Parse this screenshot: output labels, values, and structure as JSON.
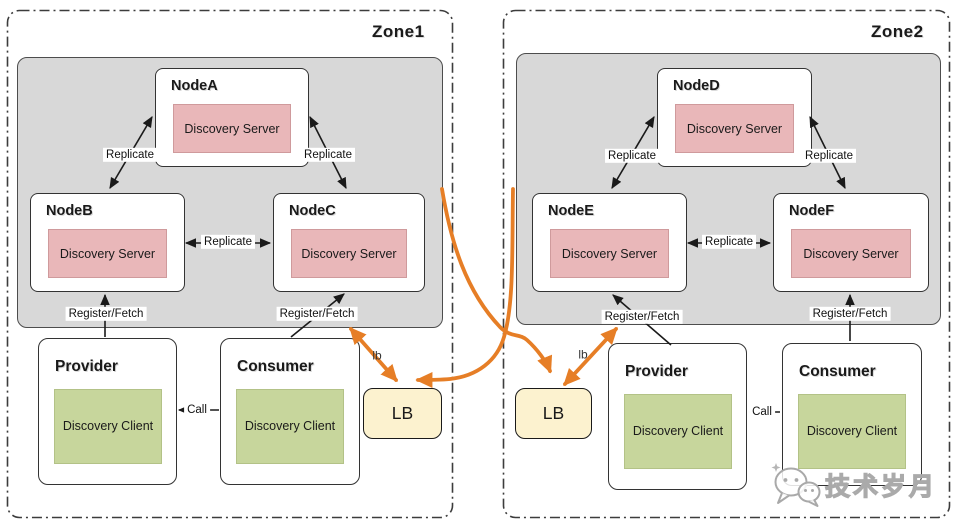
{
  "diagram": {
    "zones": [
      {
        "title": "Zone1",
        "cluster_nodes": [
          {
            "title": "NodeA",
            "box": "Discovery Server"
          },
          {
            "title": "NodeB",
            "box": "Discovery Server"
          },
          {
            "title": "NodeC",
            "box": "Discovery Server"
          }
        ],
        "provider": {
          "title": "Provider",
          "box": "Discovery Client"
        },
        "consumer": {
          "title": "Consumer",
          "box": "Discovery Client"
        },
        "lb_label": "LB"
      },
      {
        "title": "Zone2",
        "cluster_nodes": [
          {
            "title": "NodeD",
            "box": "Discovery Server"
          },
          {
            "title": "NodeE",
            "box": "Discovery Server"
          },
          {
            "title": "NodeF",
            "box": "Discovery Server"
          }
        ],
        "provider": {
          "title": "Provider",
          "box": "Discovery Client"
        },
        "consumer": {
          "title": "Consumer",
          "box": "Discovery Client"
        },
        "lb_label": "LB"
      }
    ],
    "edge_labels": {
      "replicate": "Replicate",
      "register_fetch": "Register/Fetch",
      "call": "Call",
      "lb": "lb"
    },
    "watermark": "技术岁月",
    "colors": {
      "cluster_fill": "#d8d8d8",
      "server_fill": "#e9b7b9",
      "client_fill": "#c7d69c",
      "lb_fill": "#fcf2cf",
      "arrow_orange": "#e67e26"
    }
  }
}
